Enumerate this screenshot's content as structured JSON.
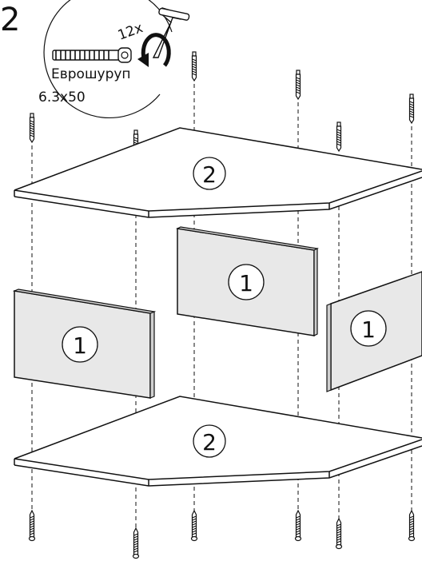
{
  "step": {
    "number": "2"
  },
  "callout": {
    "quantity": "12x",
    "part_name": "Еврошуруп",
    "size": "6.3x50",
    "icons": [
      "screw-icon",
      "hex-key-icon",
      "rotate-arrow-icon"
    ]
  },
  "parts": {
    "shelf_label": "2",
    "panel_label": "1"
  },
  "colors": {
    "line": "#111111",
    "panel_fill": "#e8e8e8",
    "edge_fill": "#cfcfcf",
    "background": "#ffffff"
  }
}
